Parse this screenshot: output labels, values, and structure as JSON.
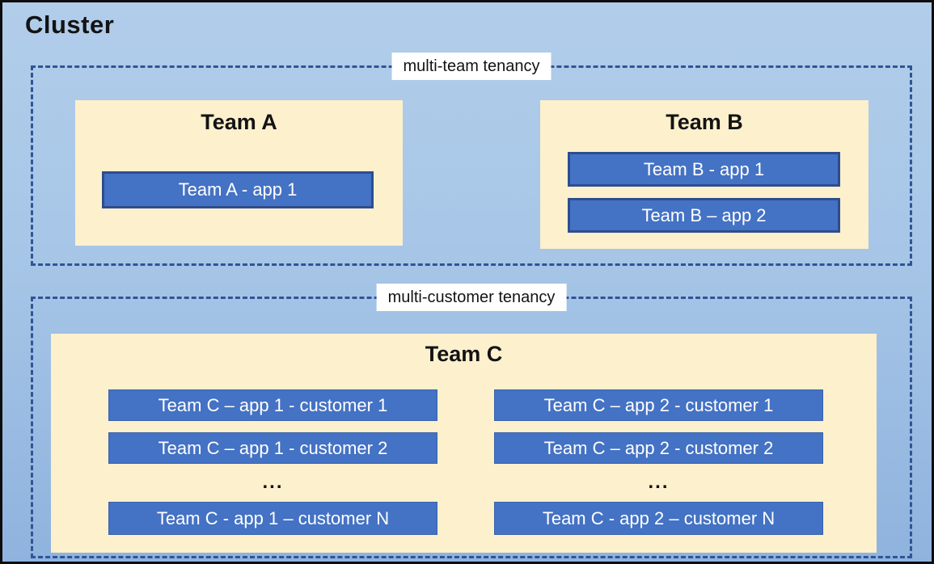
{
  "cluster": {
    "title": "Cluster"
  },
  "sections": {
    "multi_team": {
      "label": "multi-team tenancy"
    },
    "multi_customer": {
      "label": "multi-customer tenancy"
    }
  },
  "teams": {
    "team_a": {
      "title": "Team A",
      "apps": [
        "Team A - app 1"
      ]
    },
    "team_b": {
      "title": "Team B",
      "apps": [
        "Team B - app 1",
        "Team B – app 2"
      ]
    },
    "team_c": {
      "title": "Team C",
      "columns": [
        {
          "rows": [
            "Team C – app 1 - customer 1",
            "Team C – app 1 - customer 2"
          ],
          "ellipsis": "...",
          "last_row": "Team C - app 1 – customer N"
        },
        {
          "rows": [
            "Team C – app 2 - customer 1",
            "Team C – app 2 - customer 2"
          ],
          "ellipsis": "...",
          "last_row": "Team C - app 2 – customer N"
        }
      ]
    }
  },
  "colors": {
    "app_fill": "#4472c4",
    "app_border": "#2e4d8e",
    "team_fill": "#fdf0cd",
    "dashed_border": "#2f5597",
    "background_top": "#b1cdea",
    "background_bottom": "#8fb3de",
    "outer_border": "#0d0d0d",
    "label_background": "#ffffff"
  }
}
